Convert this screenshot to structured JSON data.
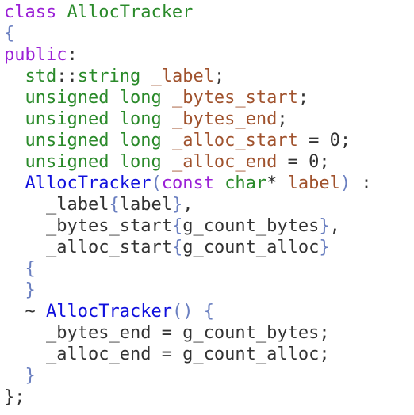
{
  "code": {
    "colors": {
      "keyword": "#9a1fd6",
      "type": "#2a8a2a",
      "member": "#a0522d",
      "class_name": "#1010dd",
      "punct": "#333333",
      "brace": "#6a7fc0",
      "number": "#333333"
    },
    "lines": [
      {
        "indent": 0,
        "tokens": [
          {
            "t": "class",
            "c": "keyword"
          },
          {
            "t": " "
          },
          {
            "t": "AllocTracker",
            "c": "type"
          }
        ]
      },
      {
        "indent": 0,
        "tokens": [
          {
            "t": "{",
            "c": "brace"
          }
        ]
      },
      {
        "indent": 0,
        "tokens": [
          {
            "t": "public",
            "c": "keyword"
          },
          {
            "t": ":",
            "c": "punct"
          }
        ]
      },
      {
        "indent": 1,
        "tokens": [
          {
            "t": "std",
            "c": "type"
          },
          {
            "t": "::",
            "c": "punct"
          },
          {
            "t": "string",
            "c": "type"
          },
          {
            "t": " "
          },
          {
            "t": "_label",
            "c": "member"
          },
          {
            "t": ";",
            "c": "punct"
          }
        ]
      },
      {
        "indent": 1,
        "tokens": [
          {
            "t": "unsigned",
            "c": "type"
          },
          {
            "t": " "
          },
          {
            "t": "long",
            "c": "type"
          },
          {
            "t": " "
          },
          {
            "t": "_bytes_start",
            "c": "member"
          },
          {
            "t": ";",
            "c": "punct"
          }
        ]
      },
      {
        "indent": 1,
        "tokens": [
          {
            "t": "unsigned",
            "c": "type"
          },
          {
            "t": " "
          },
          {
            "t": "long",
            "c": "type"
          },
          {
            "t": " "
          },
          {
            "t": "_bytes_end",
            "c": "member"
          },
          {
            "t": ";",
            "c": "punct"
          }
        ]
      },
      {
        "indent": 1,
        "tokens": [
          {
            "t": "unsigned",
            "c": "type"
          },
          {
            "t": " "
          },
          {
            "t": "long",
            "c": "type"
          },
          {
            "t": " "
          },
          {
            "t": "_alloc_start",
            "c": "member"
          },
          {
            "t": " = ",
            "c": "punct"
          },
          {
            "t": "0",
            "c": "number"
          },
          {
            "t": ";",
            "c": "punct"
          }
        ]
      },
      {
        "indent": 1,
        "tokens": [
          {
            "t": "unsigned",
            "c": "type"
          },
          {
            "t": " "
          },
          {
            "t": "long",
            "c": "type"
          },
          {
            "t": " "
          },
          {
            "t": "_alloc_end",
            "c": "member"
          },
          {
            "t": " = ",
            "c": "punct"
          },
          {
            "t": "0",
            "c": "number"
          },
          {
            "t": ";",
            "c": "punct"
          }
        ]
      },
      {
        "indent": 1,
        "tokens": [
          {
            "t": "AllocTracker",
            "c": "class_name"
          },
          {
            "t": "(",
            "c": "brace"
          },
          {
            "t": "const",
            "c": "keyword"
          },
          {
            "t": " "
          },
          {
            "t": "char",
            "c": "type"
          },
          {
            "t": "* ",
            "c": "punct"
          },
          {
            "t": "label",
            "c": "member"
          },
          {
            "t": ")",
            "c": "brace"
          },
          {
            "t": " :",
            "c": "punct"
          }
        ]
      },
      {
        "indent": 2,
        "tokens": [
          {
            "t": "_label",
            "c": "punct"
          },
          {
            "t": "{",
            "c": "brace"
          },
          {
            "t": "label",
            "c": "punct"
          },
          {
            "t": "}",
            "c": "brace"
          },
          {
            "t": ",",
            "c": "punct"
          }
        ]
      },
      {
        "indent": 2,
        "tokens": [
          {
            "t": "_bytes_start",
            "c": "punct"
          },
          {
            "t": "{",
            "c": "brace"
          },
          {
            "t": "g_count_bytes",
            "c": "punct"
          },
          {
            "t": "}",
            "c": "brace"
          },
          {
            "t": ",",
            "c": "punct"
          }
        ]
      },
      {
        "indent": 2,
        "tokens": [
          {
            "t": "_alloc_start",
            "c": "punct"
          },
          {
            "t": "{",
            "c": "brace"
          },
          {
            "t": "g_count_alloc",
            "c": "punct"
          },
          {
            "t": "}",
            "c": "brace"
          }
        ]
      },
      {
        "indent": 1,
        "tokens": [
          {
            "t": "{",
            "c": "brace"
          }
        ]
      },
      {
        "indent": 1,
        "tokens": [
          {
            "t": "}",
            "c": "brace"
          }
        ]
      },
      {
        "indent": 1,
        "tokens": [
          {
            "t": "~ ",
            "c": "punct"
          },
          {
            "t": "AllocTracker",
            "c": "class_name"
          },
          {
            "t": "()",
            "c": "brace"
          },
          {
            "t": " "
          },
          {
            "t": "{",
            "c": "brace"
          }
        ]
      },
      {
        "indent": 2,
        "tokens": [
          {
            "t": "_bytes_end = g_count_bytes;",
            "c": "punct"
          }
        ]
      },
      {
        "indent": 2,
        "tokens": [
          {
            "t": "_alloc_end = g_count_alloc;",
            "c": "punct"
          }
        ]
      },
      {
        "indent": 1,
        "tokens": [
          {
            "t": "}",
            "c": "brace"
          }
        ]
      },
      {
        "indent": 0,
        "tokens": [
          {
            "t": "};",
            "c": "punct"
          }
        ]
      }
    ]
  }
}
